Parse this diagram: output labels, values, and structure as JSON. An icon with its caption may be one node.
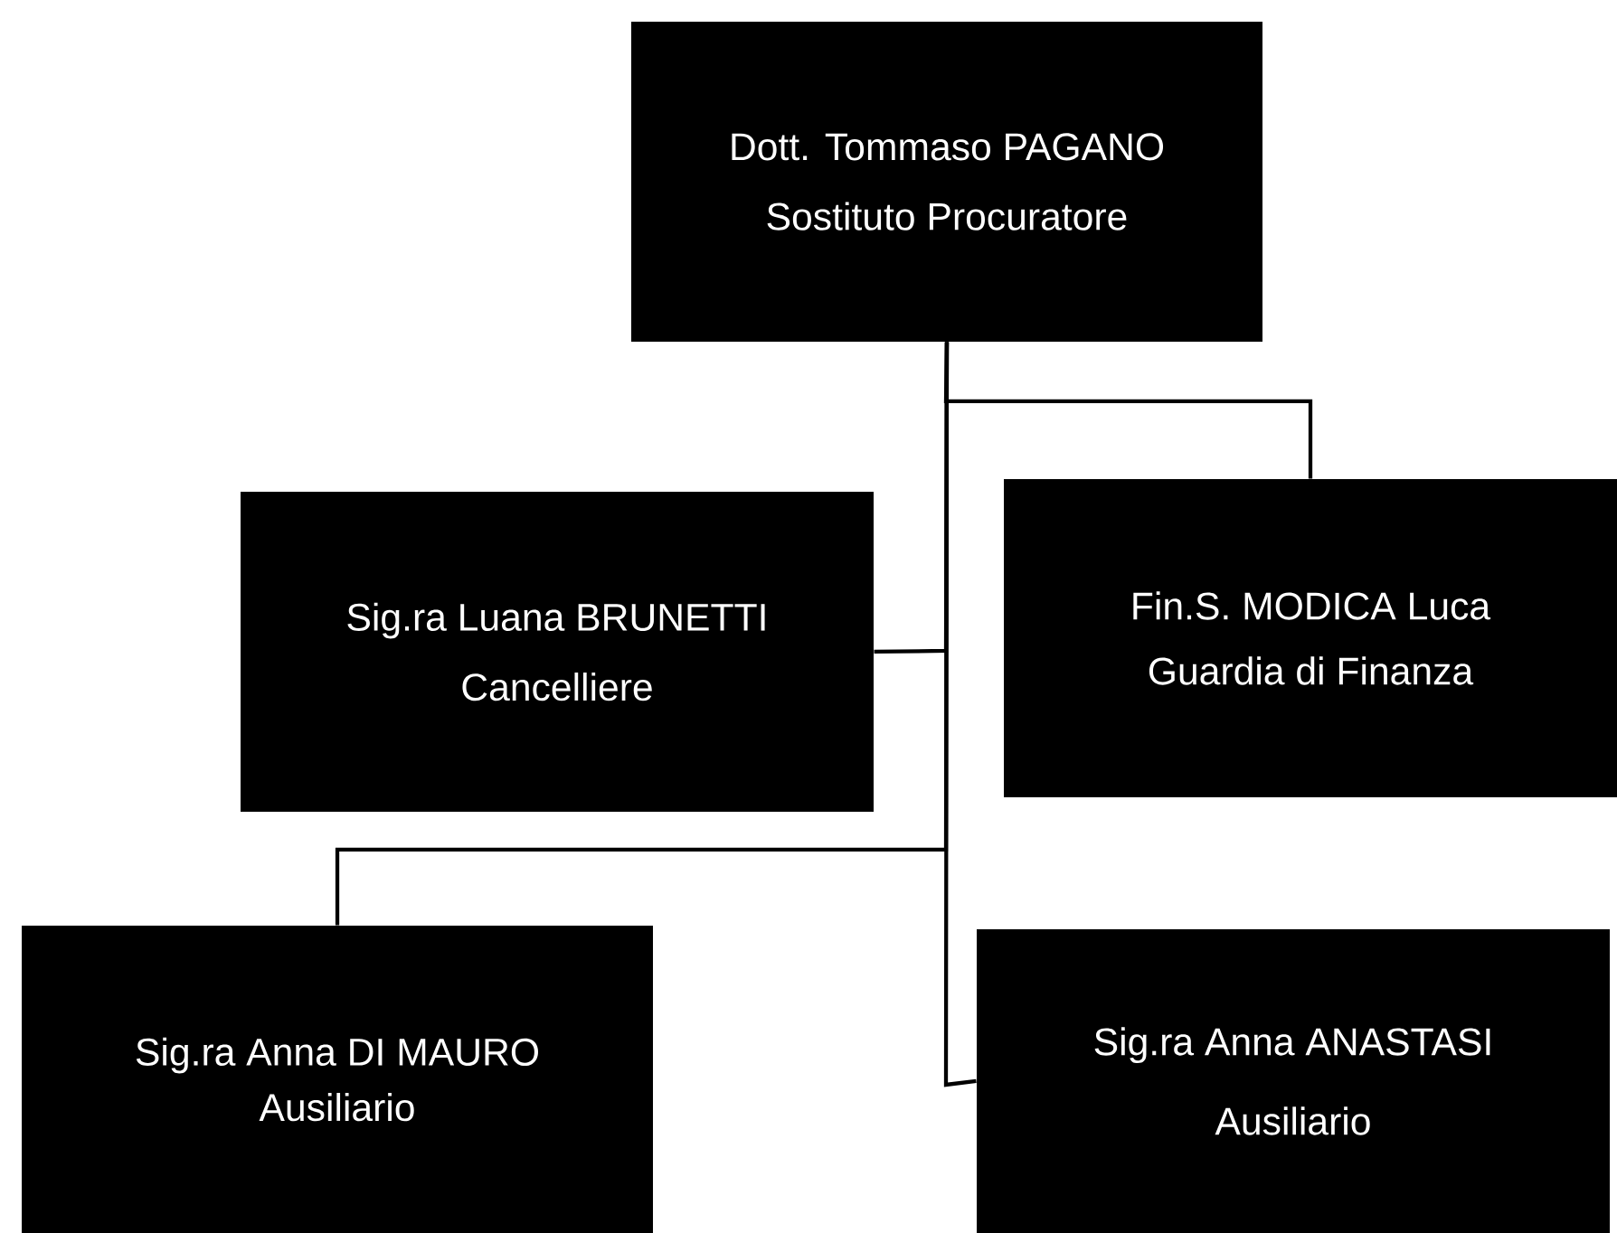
{
  "diagram": {
    "nodes": [
      {
        "text": [
          "Dott. Tommaso PAGANO",
          "Sostituto Procuratore"
        ]
      },
      {
        "text": [
          "Sig.ra Luana BRUNETTI",
          "Cancelliere"
        ]
      },
      {
        "text": [
          "Fin.S. MODICA Luca",
          "Guardia di Finanza"
        ]
      },
      {
        "text": [
          "Sig.ra  Anna DI MAURO",
          "Ausiliario"
        ]
      },
      {
        "text": [
          "Sig.ra Anna ANASTASI",
          "Ausiliario"
        ]
      }
    ],
    "edges": [
      {
        "from": 0,
        "to": 2,
        "arrow": "none"
      },
      {
        "from": 0,
        "to": 1,
        "arrow": "none"
      },
      {
        "from": 0,
        "to": 3,
        "arrow": "none"
      },
      {
        "from": 0,
        "to": 4,
        "arrow": "none"
      }
    ]
  }
}
